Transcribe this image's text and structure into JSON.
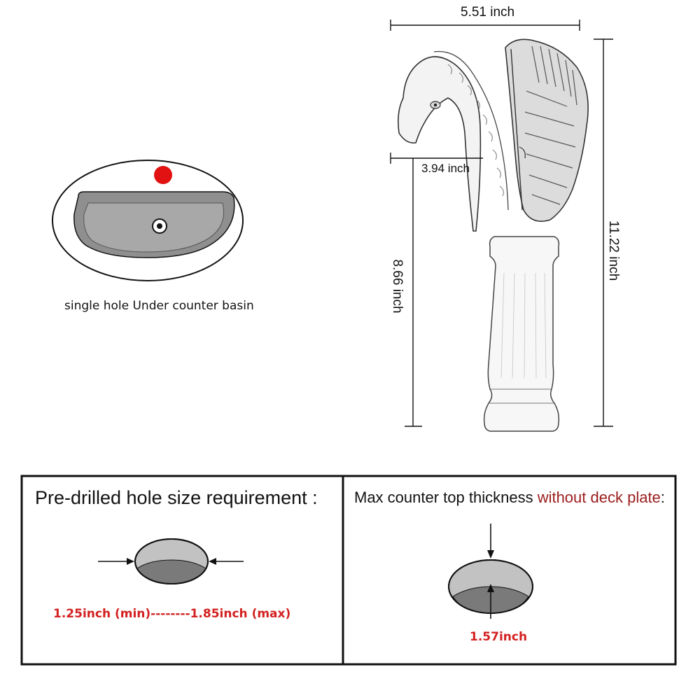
{
  "basin": {
    "caption": "single hole Under counter basin",
    "marker_color": "#e21212"
  },
  "faucet": {
    "width_label": "5.51 inch",
    "spout_reach_label": "3.94 inch",
    "spout_height_label": "8.66 inch",
    "total_height_label": "11.22 inch"
  },
  "hole_panel": {
    "title": "Pre-drilled hole size requirement :",
    "range_label": "1.25inch (min)--------1.85inch (max)"
  },
  "thickness_panel": {
    "title_main": "Max counter top thickness ",
    "title_red": "without deck plate",
    "title_end": ":",
    "value_label": "1.57inch"
  },
  "colors": {
    "accent_red": "#d42020",
    "dark_red": "#9b1c1c",
    "basin_gray": "#a8a8a8",
    "hole_light": "#c2c2c2",
    "hole_dark": "#7a7a7a"
  }
}
